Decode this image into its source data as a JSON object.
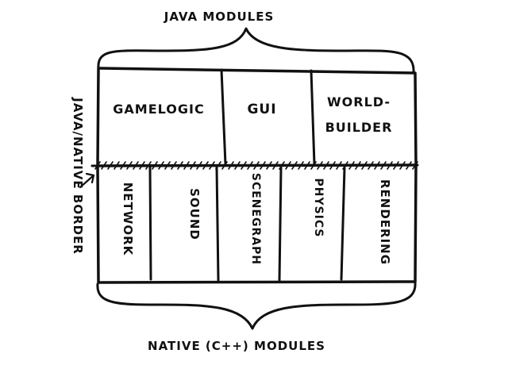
{
  "top_label": "JAVA MODULES",
  "bottom_label": "NATIVE (C++) MODULES",
  "border_label": "JAVA/NATIVE BORDER",
  "java_modules": {
    "gamelogic": "GAMELOGIC",
    "gui": "GUI",
    "worldbuilder_line1": "WORLD-",
    "worldbuilder_line2": "BUILDER"
  },
  "native_modules": {
    "network": "NETWORK",
    "sound": "SOUND",
    "scenegraph": "SCENEGRAPH",
    "physics": "PHYSICS",
    "rendering": "RENDERING"
  }
}
